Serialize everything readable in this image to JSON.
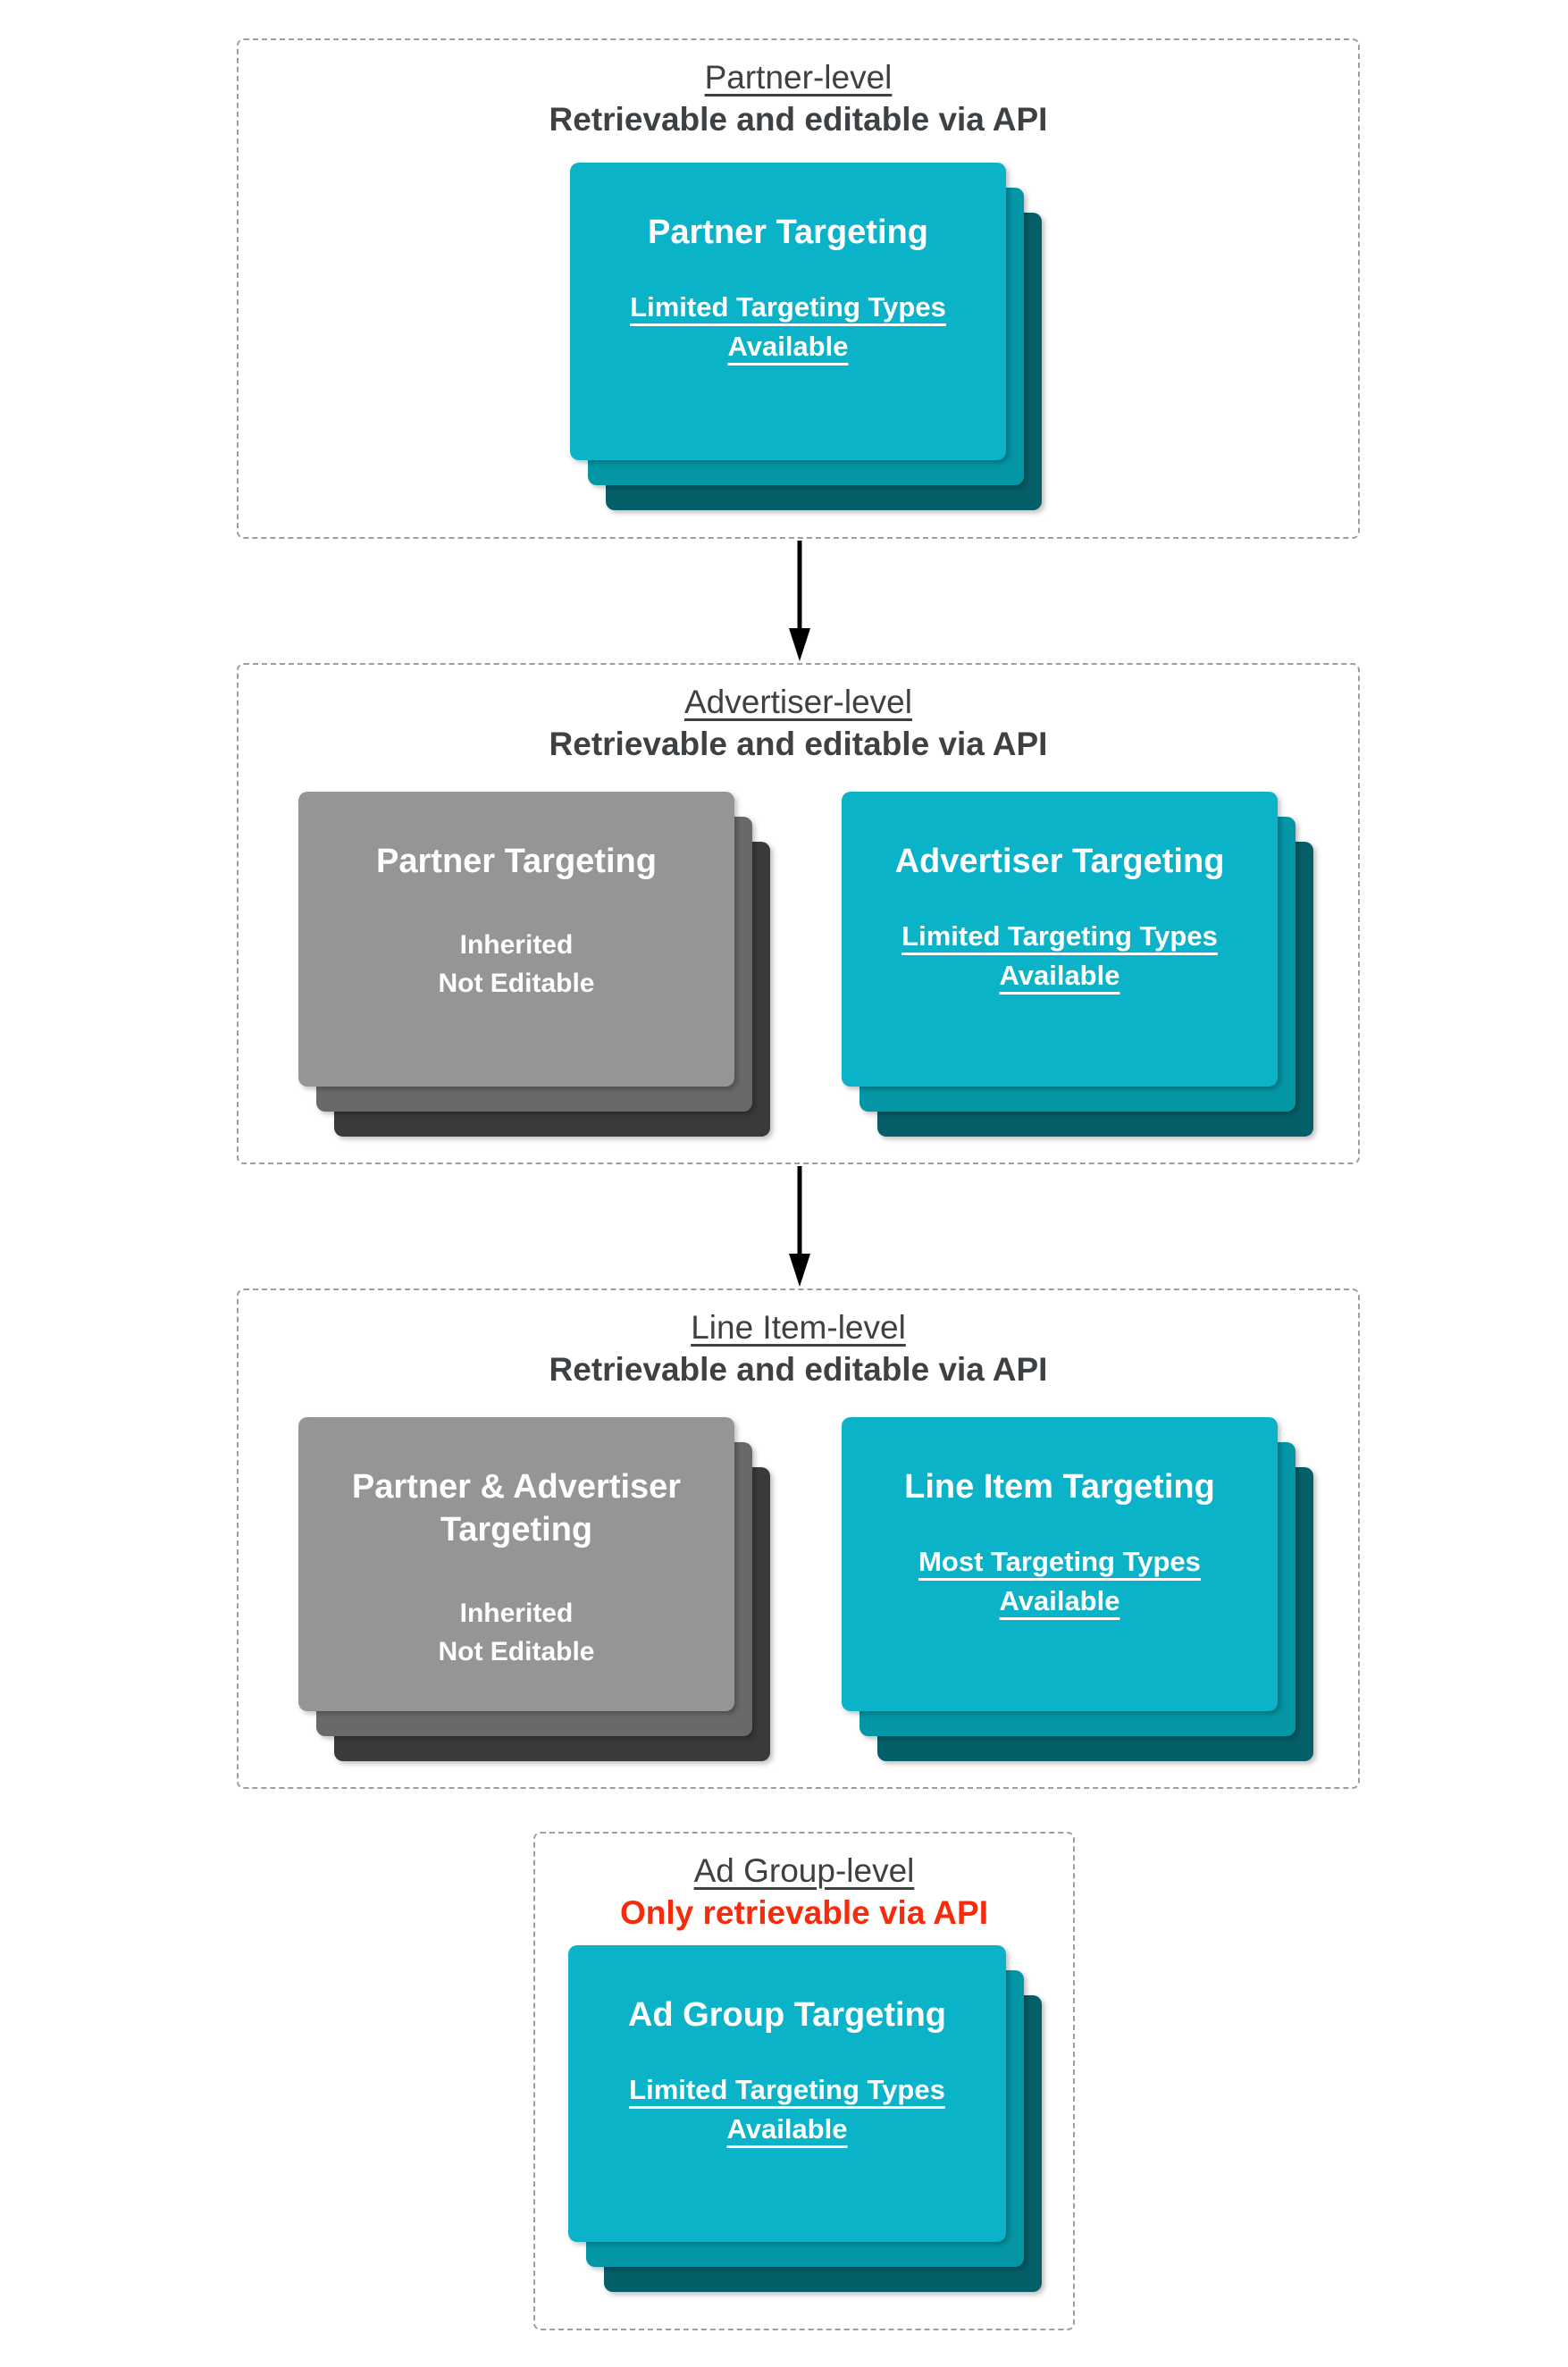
{
  "colors": {
    "teal-front": "#0bb3c8",
    "teal-mid": "#0397a6",
    "teal-back": "#055f69",
    "gray-front": "#959595",
    "gray-mid": "#696969",
    "gray-back": "#3a3a3a",
    "red": "#f42c0c",
    "text-dark": "#3e4144",
    "border-gray": "#9e9e9e",
    "arrow-black": "#000000"
  },
  "sections": [
    {
      "title": "Partner-level",
      "subtitle": "Retrievable and editable via API",
      "cards": [
        {
          "title": "Partner Targeting",
          "subtitle": "Limited Targeting Types Available"
        }
      ]
    },
    {
      "title": "Advertiser-level",
      "subtitle": "Retrievable and editable via API",
      "cards": [
        {
          "title": "Partner Targeting",
          "subtitle": "Inherited\nNot Editable"
        },
        {
          "title": "Advertiser Targeting",
          "subtitle": "Limited Targeting Types Available"
        }
      ]
    },
    {
      "title": "Line Item-level",
      "subtitle": "Retrievable and editable via API",
      "cards": [
        {
          "title": "Partner & Advertiser Targeting",
          "subtitle": "Inherited\nNot Editable"
        },
        {
          "title": "Line Item Targeting",
          "subtitle": "Most Targeting Types Available"
        }
      ]
    },
    {
      "title": "Ad Group-level",
      "subtitle": "Only retrievable via API",
      "cards": [
        {
          "title": "Ad Group Targeting",
          "subtitle": "Limited Targeting Types Available"
        }
      ]
    }
  ]
}
